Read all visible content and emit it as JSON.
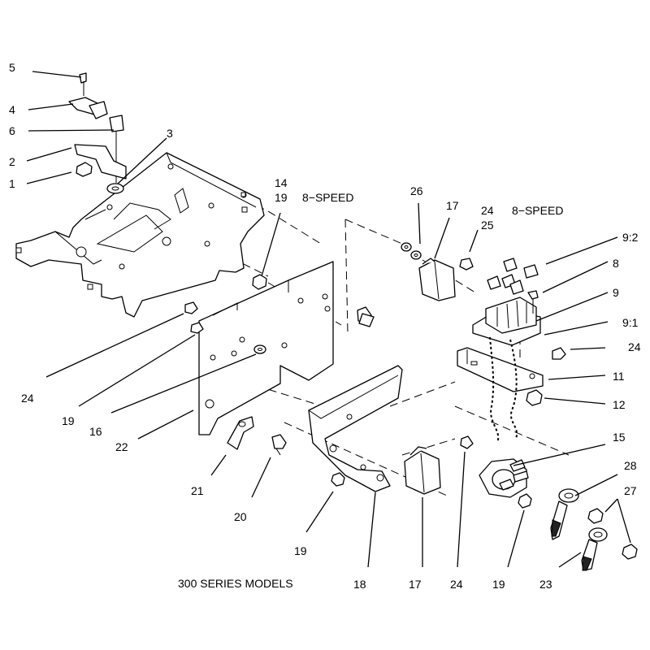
{
  "diagram": {
    "footer_label": "300 SERIES MODELS",
    "speed_note_left": "8−SPEED",
    "speed_note_right": "8−SPEED",
    "callouts": [
      {
        "id": "c-5",
        "text": "5"
      },
      {
        "id": "c-4",
        "text": "4"
      },
      {
        "id": "c-6",
        "text": "6"
      },
      {
        "id": "c-3",
        "text": "3"
      },
      {
        "id": "c-2",
        "text": "2"
      },
      {
        "id": "c-1",
        "text": "1"
      },
      {
        "id": "c-14",
        "text": "14"
      },
      {
        "id": "c-19a",
        "text": "19"
      },
      {
        "id": "c-26",
        "text": "26"
      },
      {
        "id": "c-17a",
        "text": "17"
      },
      {
        "id": "c-24a",
        "text": "24"
      },
      {
        "id": "c-25",
        "text": "25"
      },
      {
        "id": "c-9-2",
        "text": "9:2"
      },
      {
        "id": "c-8",
        "text": "8"
      },
      {
        "id": "c-9",
        "text": "9"
      },
      {
        "id": "c-9-1",
        "text": "9:1"
      },
      {
        "id": "c-24b",
        "text": "24"
      },
      {
        "id": "c-11",
        "text": "11"
      },
      {
        "id": "c-12",
        "text": "12"
      },
      {
        "id": "c-15",
        "text": "15"
      },
      {
        "id": "c-28",
        "text": "28"
      },
      {
        "id": "c-27",
        "text": "27"
      },
      {
        "id": "c-24c",
        "text": "24"
      },
      {
        "id": "c-19b",
        "text": "19"
      },
      {
        "id": "c-16",
        "text": "16"
      },
      {
        "id": "c-22",
        "text": "22"
      },
      {
        "id": "c-21",
        "text": "21"
      },
      {
        "id": "c-20",
        "text": "20"
      },
      {
        "id": "c-19c",
        "text": "19"
      },
      {
        "id": "c-18",
        "text": "18"
      },
      {
        "id": "c-17b",
        "text": "17"
      },
      {
        "id": "c-24d",
        "text": "24"
      },
      {
        "id": "c-19d",
        "text": "19"
      },
      {
        "id": "c-23",
        "text": "23"
      }
    ]
  }
}
